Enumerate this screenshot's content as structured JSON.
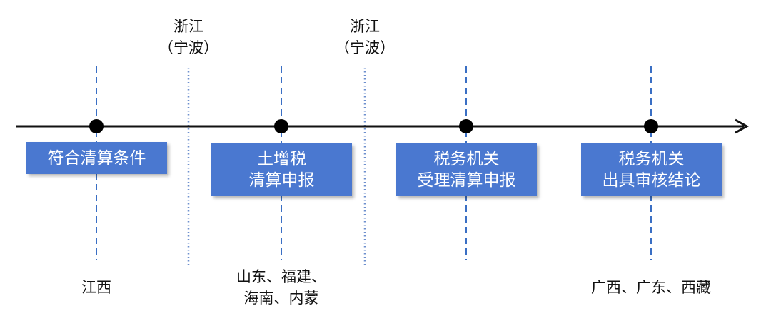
{
  "diagram": {
    "colors": {
      "box_fill": "#4a78d0",
      "box_text": "#ffffff",
      "axis": "#111111",
      "milestone_dash": "#3a6fc4",
      "marker_dot": "#6d8fce"
    },
    "steps": [
      {
        "lines": [
          "符合清算条件"
        ]
      },
      {
        "lines": [
          "土增税",
          "清算申报"
        ]
      },
      {
        "lines": [
          "税务机关",
          "受理清算申报"
        ]
      },
      {
        "lines": [
          "税务机关",
          "出具审核结论"
        ]
      }
    ],
    "top_labels": [
      {
        "lines": [
          "浙江",
          "（宁波）"
        ]
      },
      {
        "lines": [
          "浙江",
          "（宁波）"
        ]
      }
    ],
    "bottom_labels": [
      {
        "lines": [
          "江西"
        ]
      },
      {
        "lines": [
          "山东、福建、",
          "海南、内蒙"
        ]
      },
      {
        "lines": [
          "广西、广东、西藏"
        ]
      }
    ]
  }
}
